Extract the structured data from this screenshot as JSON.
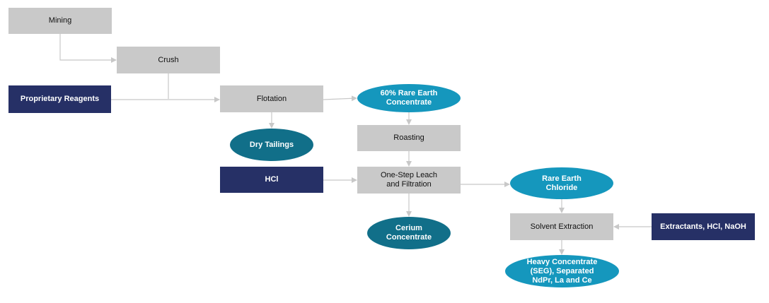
{
  "colors": {
    "process_box": "#c9c9c9",
    "input_box": "#263066",
    "product_oval": "#1597bd",
    "waste_oval": "#116f89",
    "connector": "#c8c8c8"
  },
  "nodes": {
    "mining": "Mining",
    "crush": "Crush",
    "proprietary_reagents": "Proprietary Reagents",
    "flotation": "Flotation",
    "rare_earth_concentrate": "60% Rare Earth\nConcentrate",
    "dry_tailings": "Dry Tailings",
    "roasting": "Roasting",
    "hcl": "HCl",
    "leach_filtration": "One-Step Leach\nand Filtration",
    "rare_earth_chloride": "Rare Earth\nChloride",
    "cerium_concentrate": "Cerium\nConcentrate",
    "solvent_extraction": "Solvent Extraction",
    "extractants": "Extractants, HCl, NaOH",
    "heavy_concentrate": "Heavy  Concentrate\n(SEG), Separated\nNdPr, La and Ce"
  }
}
